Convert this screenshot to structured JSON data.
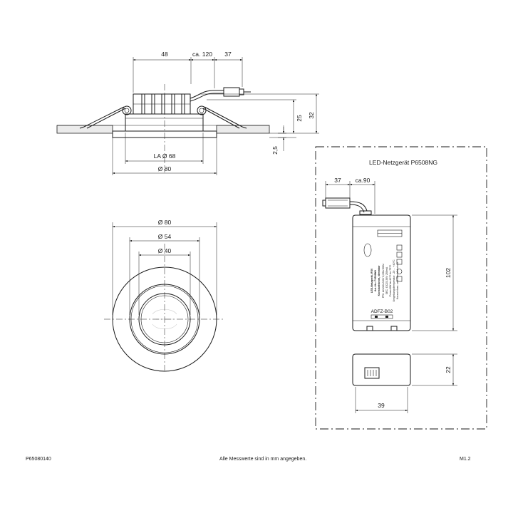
{
  "side_view": {
    "dims": {
      "w48": "48",
      "w120": "ca. 120",
      "w37": "37",
      "h25": "25",
      "h32": "32",
      "h2_5": "2,5",
      "la68": "LA Ø 68",
      "d80": "Ø 80"
    }
  },
  "top_view": {
    "dims": {
      "d80": "Ø 80",
      "d54": "Ø 54",
      "d40": "Ø 40"
    }
  },
  "driver_panel": {
    "title": "LED-Netzgerät P6508NG",
    "dims": {
      "w37": "37",
      "w90": "ca.90",
      "h102": "102",
      "h22": "22",
      "w39": "39"
    },
    "label_lines": [
      "LED-Netzgerät, IP20",
      "Art.-Nr.: P6508NG",
      "Konstantstrom, dimmbar",
      "PRI: AC220-240V  0,05A  50Hz",
      "SEC: DC25-36V  250mA",
      "Pmax=8W  ta=40°C  tc=75°C",
      "Umgebungstemperatur: -20 ... +40°C",
      "Kurzschluss- und Überlastschutz"
    ],
    "code": "ADFZ-B02"
  },
  "footer": {
    "left": "P65080140",
    "center": "Alle Messwerte sind in mm angegeben.",
    "right": "M1.2"
  }
}
